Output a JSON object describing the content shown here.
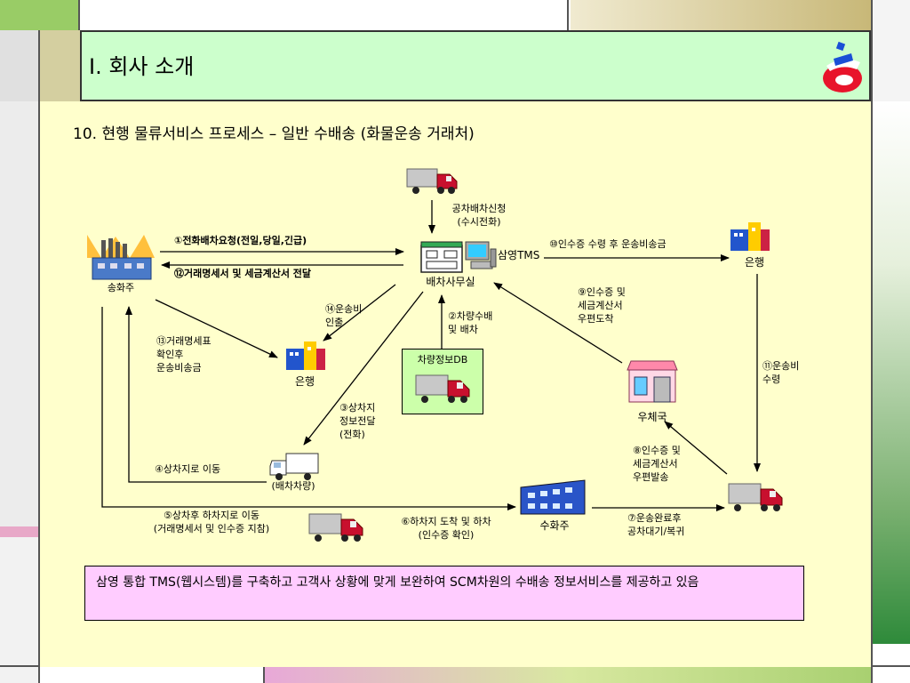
{
  "header": {
    "title": "I. 회사 소개"
  },
  "subtitle": "10. 현행 물류서비스  프로세스 – 일반 수배송 (화물운송 거래처)",
  "nodes": {
    "shipper": "송화주",
    "dispatch_office": "배차사무실",
    "tms": "삼영TMS",
    "bank_top": "은행",
    "bank_mid": "은행",
    "post_office": "우체국",
    "vehicle_db": "차량정보DB",
    "dispatch_vehicle": "(배차차량)",
    "receiver": "수화주"
  },
  "steps": {
    "s1": "①전화배차요청(전일,당일,긴급)",
    "s12": "⑫거래명세서 및 세금계산서 전달",
    "empty_line1": "공차배차신청",
    "empty_line2": "(수시전화)",
    "s10": "⑩인수증 수령 후 운송비송금",
    "s9_line1": "⑨인수증 및",
    "s9_line2": "세금계산서",
    "s9_line3": "우편도착",
    "s14_line1": "⑭운송비",
    "s14_line2": "인출",
    "s2_line1": "②차량수배",
    "s2_line2": "및 배차",
    "s13_line1": "⑬거래명세표",
    "s13_line2": "확인후",
    "s13_line3": "운송비송금",
    "s11_line1": "⑪운송비",
    "s11_line2": "수령",
    "s3_line1": "③상차지",
    "s3_line2": "정보전달",
    "s3_line3": "(전화)",
    "s8_line1": "⑧인수증 및",
    "s8_line2": "세금계산서",
    "s8_line3": "우편발송",
    "s4": "④상차지로 이동",
    "s5_line1": "⑤상차후 하차지로 이동",
    "s5_line2": "(거래명세서 및 인수증 지참)",
    "s6_line1": "⑥하차지 도착 및 하차",
    "s6_line2": "(인수증 확인)",
    "s7_line1": "⑦운송완료후",
    "s7_line2": "공차대기/복귀"
  },
  "summary": "삼영 통합 TMS(웹시스템)를 구축하고 고객사 상황에 맞게 보완하여 SCM차원의 수배송 정보서비스를 제공하고 있음",
  "colors": {
    "title_band": "#ccffcc",
    "content_bg": "#ffffcc",
    "summary_bg": "#ffccff",
    "db_box": "#ccffaa"
  }
}
